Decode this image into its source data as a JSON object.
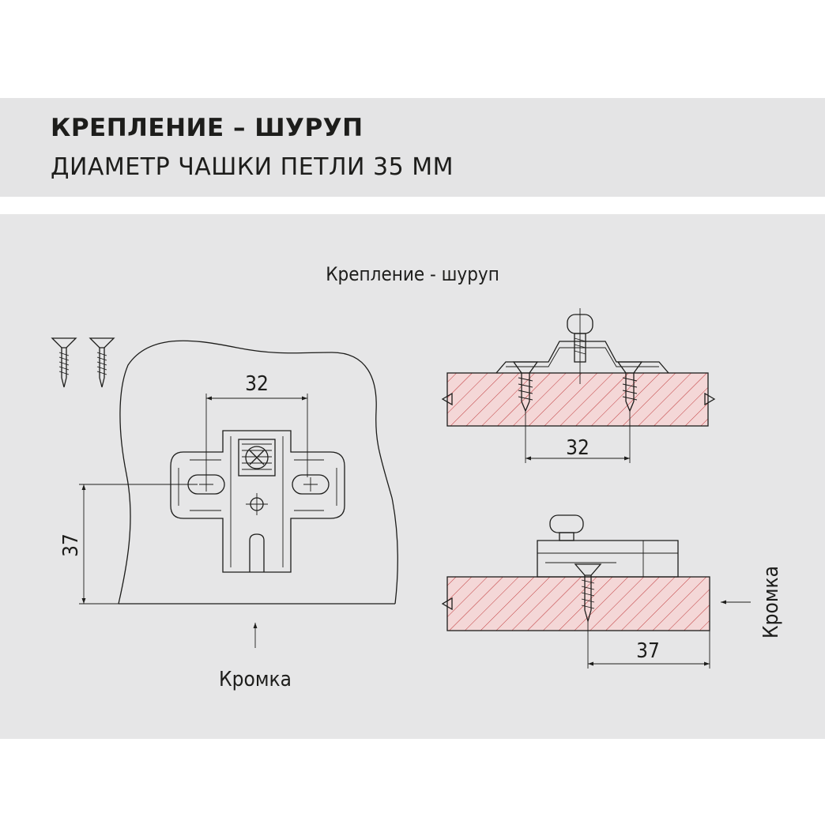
{
  "header": {
    "title": "КРЕПЛЕНИЕ – ШУРУП",
    "subtitle": "ДИАМЕТР ЧАШКИ ПЕТЛИ 35 ММ"
  },
  "diagram": {
    "caption": "Крепление - шуруп",
    "front_view": {
      "dim_horizontal": "32",
      "dim_vertical": "37",
      "edge_label": "Кромка"
    },
    "side_view_top": {
      "dim_horizontal": "32"
    },
    "side_view_bottom": {
      "dim_horizontal": "37",
      "edge_label": "Кромка"
    }
  },
  "colors": {
    "header_band": "#e4e4e5",
    "panel": "#e6e6e7",
    "line": "#1d1d1b",
    "section_fill": "#f4d7d7",
    "section_hatch": "#c0393b"
  }
}
